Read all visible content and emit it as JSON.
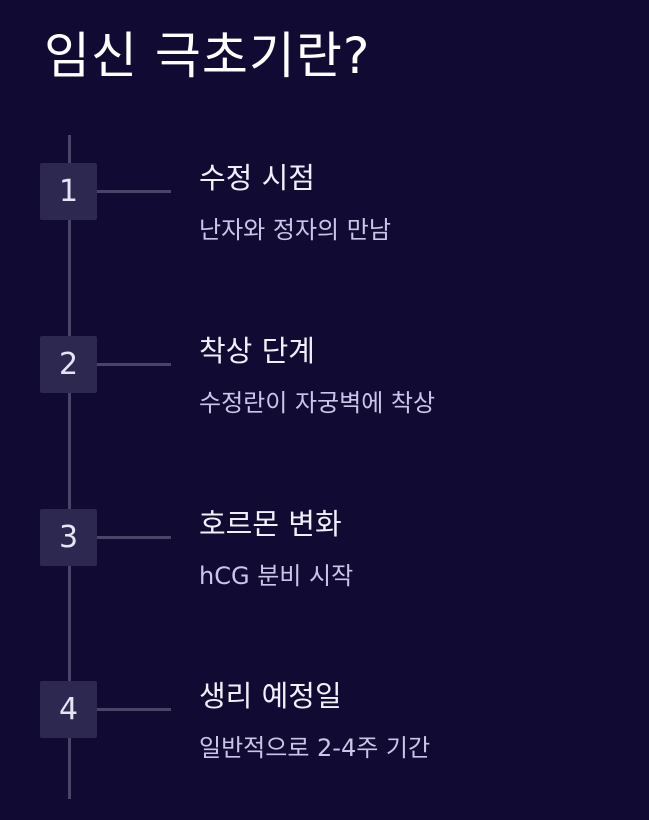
{
  "title": "임신 극초기란?",
  "steps": [
    {
      "number": "1",
      "title": "수정 시점",
      "description": "난자와 정자의 만남"
    },
    {
      "number": "2",
      "title": "착상 단계",
      "description": "수정란이 자궁벽에 착상"
    },
    {
      "number": "3",
      "title": "호르몬 변화",
      "description": "hCG 분비 시작"
    },
    {
      "number": "4",
      "title": "생리 예정일",
      "description": "일반적으로 2-4주 기간"
    }
  ],
  "colors": {
    "background": "#110b33",
    "number_box": "#2c2850",
    "line": "#4a4466",
    "title_text": "#ffffff",
    "description_text": "#c9c6e8"
  }
}
